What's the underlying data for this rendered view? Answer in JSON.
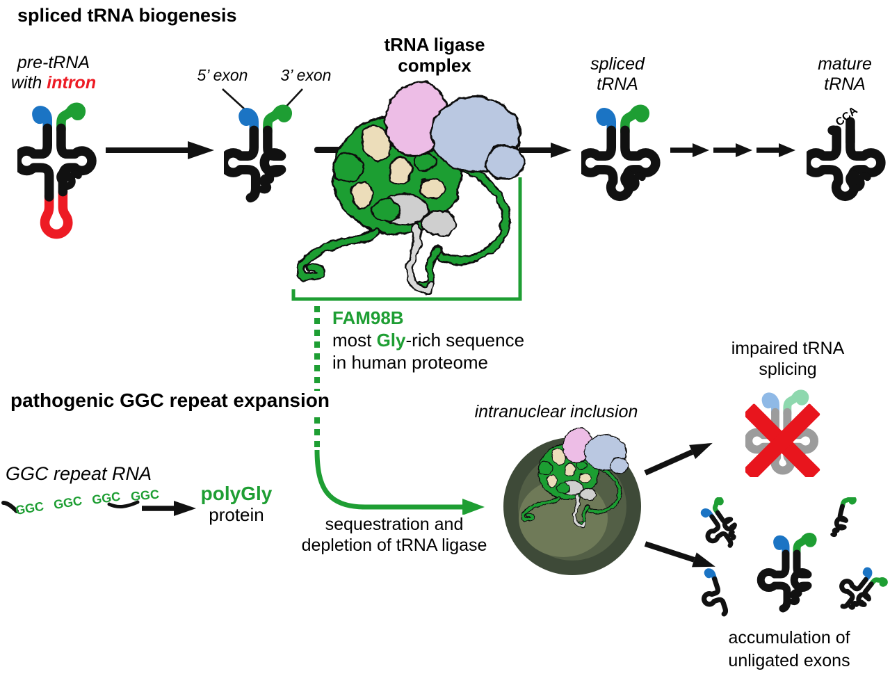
{
  "palette": {
    "text_black": "#000000",
    "stroke_black": "#111111",
    "intron_red": "#ed1b24",
    "x_red": "#e8151d",
    "exon5_blue": "#1b74c4",
    "green": "#1e9e33",
    "pale_blue": "#8fb9e6",
    "pale_green": "#8ed8ae",
    "gray_trna": "#9c9c9c",
    "complex_pink": "#edbde6",
    "complex_light_blue": "#bac8e1",
    "complex_beige": "#ecddba",
    "complex_gray": "#cfcfcf",
    "inclusion_outer": "#3e4a38",
    "inclusion_mid": "#535f46",
    "inclusion_light": "#6f7a58"
  },
  "top": {
    "title": "spliced tRNA biogenesis",
    "pre_trna": {
      "line1": "pre-tRNA",
      "with": "with ",
      "intron": "intron"
    },
    "exon5": "5’ exon",
    "exon3": "3’ exon",
    "ligase": {
      "line1": "tRNA ligase",
      "line2": "complex"
    },
    "spliced": {
      "line1": "spliced",
      "line2": "tRNA"
    },
    "mature": {
      "line1": "mature",
      "line2": "tRNA"
    },
    "cca": "CCA"
  },
  "fam98b": {
    "name": "FAM98B",
    "most": "most ",
    "gly": "Gly",
    "rich": "-rich sequence",
    "line2": "in human proteome"
  },
  "pathogenic": {
    "title": "pathogenic GGC repeat expansion",
    "ggc_rna": "GGC repeat RNA",
    "repeats": [
      "GGC",
      "GGC",
      "GGC",
      "GGC"
    ],
    "polygly": "polyGly",
    "protein": "protein",
    "seq1": "sequestration and",
    "seq2": "depletion of tRNA ligase",
    "inclusion": "intranuclear inclusion"
  },
  "outcomes": {
    "impaired1": "impaired tRNA",
    "impaired2": "splicing",
    "accum1": "accumulation of",
    "accum2": "unligated exons"
  }
}
